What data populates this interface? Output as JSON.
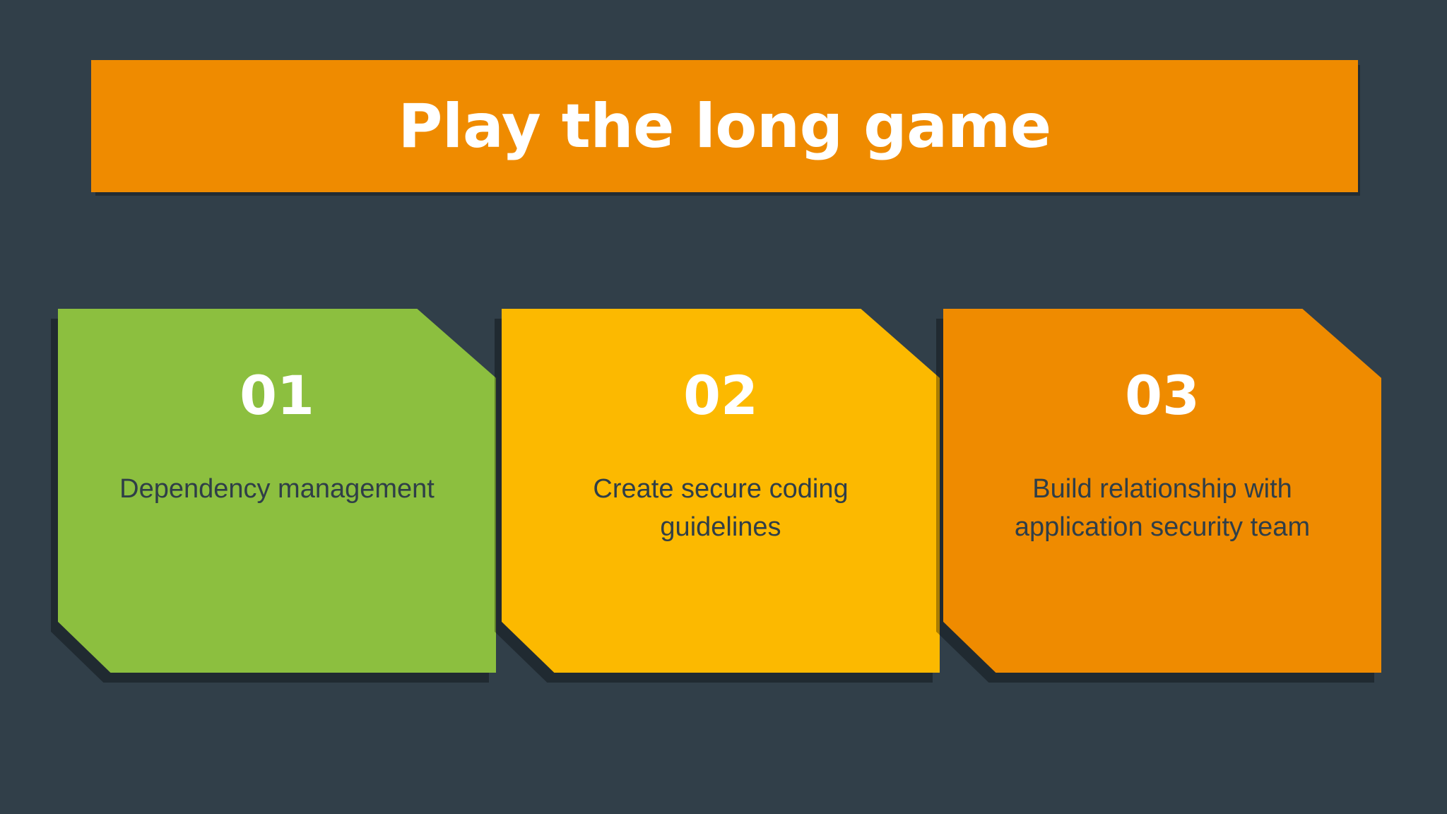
{
  "slide": {
    "background_color": "#313f49",
    "title": {
      "text": "Play the long game",
      "background_color": "#ef8b00",
      "text_color": "#ffffff"
    },
    "cards": [
      {
        "number": "01",
        "text": "Dependency management",
        "color": "#8cbf3f",
        "number_color": "#ffffff",
        "text_color": "#2f3e48"
      },
      {
        "number": "02",
        "text": "Create secure coding guidelines",
        "color": "#fcb900",
        "number_color": "#ffffff",
        "text_color": "#2f3e48"
      },
      {
        "number": "03",
        "text": "Build relationship with application security team",
        "color": "#ef8b00",
        "number_color": "#ffffff",
        "text_color": "#2f3e48"
      }
    ]
  }
}
